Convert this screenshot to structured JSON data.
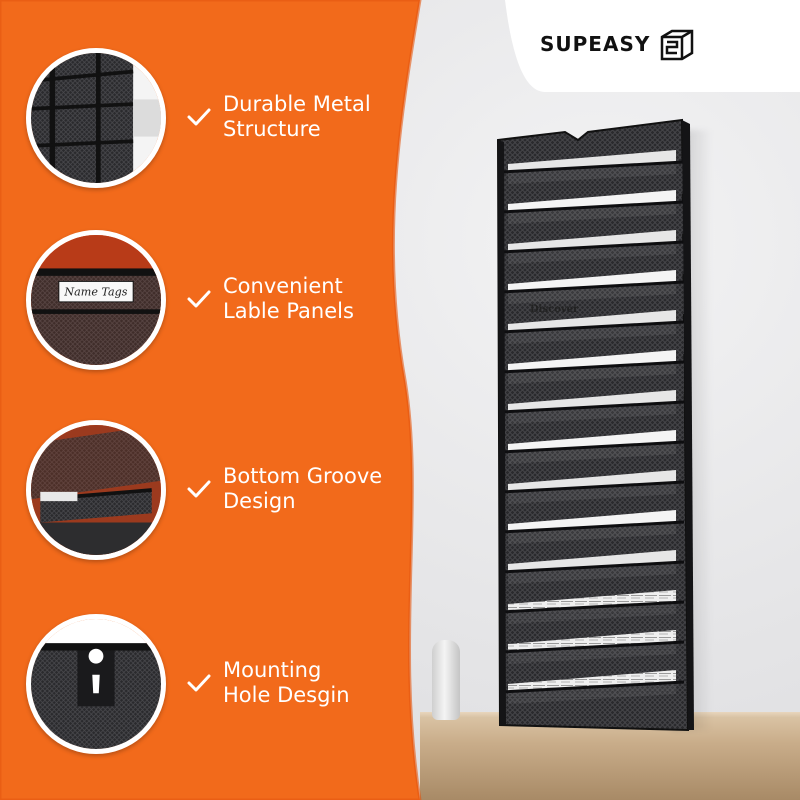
{
  "brand": {
    "name": "SUPEASY",
    "logo_icon": "supeasy-cube-logo"
  },
  "features": [
    {
      "line1": "Durable Metal",
      "line2": "Structure",
      "icon": "check-icon",
      "thumb": "metal-structure-closeup"
    },
    {
      "line1": "Convenient",
      "line2": "Lable Panels",
      "icon": "check-icon",
      "thumb": "label-panel-closeup",
      "tag_text": "Name Tags"
    },
    {
      "line1": "Bottom Groove",
      "line2": "Design",
      "icon": "check-icon",
      "thumb": "bottom-groove-closeup"
    },
    {
      "line1": "Mounting",
      "line2": "Hole Desgin",
      "icon": "check-icon",
      "thumb": "mounting-hole-closeup"
    }
  ],
  "colors": {
    "orange": "#f26a1b",
    "orange_dark": "#e45710",
    "white": "#ffffff",
    "metal": "#1e1e20"
  },
  "product": {
    "tiers": 14,
    "magazine_titles": [
      "Discover"
    ]
  }
}
